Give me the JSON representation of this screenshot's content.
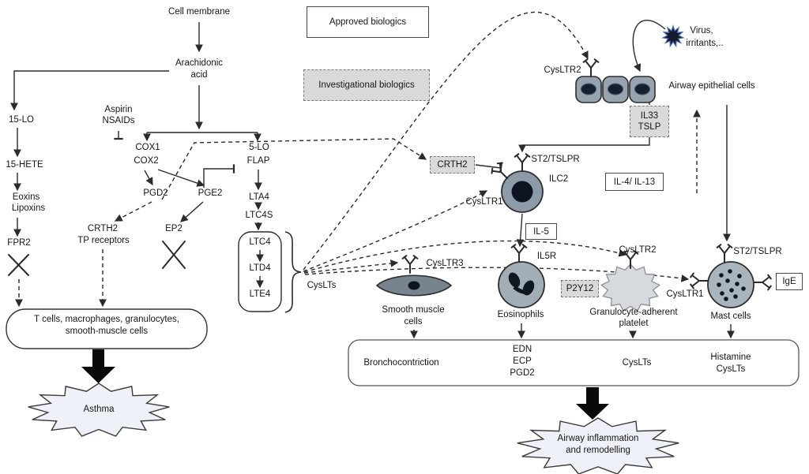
{
  "legend": {
    "approved_label": "Approved biologics",
    "investigational_label": "Investigational biologics"
  },
  "left": {
    "cell_membrane": "Cell membrane",
    "arachidonic_1": "Arachidonic",
    "arachidonic_2": "acid",
    "fifteen_lo": "15-LO",
    "fifteen_hete": "15-HETE",
    "eoxins": "Eoxins",
    "lipoxins": "Lipoxins",
    "fpr2": "FPR2",
    "aspirin": "Aspirin",
    "nsaids": "NSAIDs",
    "cox1": "COX1",
    "cox2": "COX2",
    "pgd2": "PGD2",
    "pge2": "PGE2",
    "crth2": "CRTH2",
    "tp_receptors": "TP receptors",
    "ep2": "EP2",
    "five_lo": "5-LO",
    "flap": "FLAP",
    "lta4": "LTA4",
    "ltc4s": "LTC4S",
    "ltc4": "LTC4",
    "ltd4": "LTD4",
    "lte4": "LTE4",
    "cyslts": "CysLTs",
    "effector_1": "T cells, macrophages, granulocytes,",
    "effector_2": "smooth-muscle cells",
    "asthma": "Asthma"
  },
  "right": {
    "virus_1": "Virus,",
    "virus_2": "irritants,..",
    "cysltr2_epi": "CysLTR2",
    "airway_epithelial": "Airway epithelial cells",
    "il33": "IL33",
    "tslp": "TSLP",
    "st2_tslpr_ilc2": "ST2/TSLPR",
    "ilc2": "ILC2",
    "cysltr1_ilc2": "CysLTR1",
    "il4_il13": "IL-4/ IL-13",
    "crth2": "CRTH2",
    "il5": "IL-5",
    "cysltr3": "CysLTR3",
    "smooth_muscle_1": "Smooth muscle",
    "smooth_muscle_2": "cells",
    "il5r": "IL5R",
    "eosinophils": "Eosinophils",
    "cysltr2_platelet": "CysLTR2",
    "p2y12": "P2Y12",
    "platelet_1": "Granulocyte-adherent",
    "platelet_2": "platelet",
    "st2_tslpr_mast": "ST2/TSLPR",
    "cysltr1_mast": "CysLTR1",
    "ige": "IgE",
    "mast_cells": "Mast cells",
    "bronchoconstriction": "Bronchocontriction",
    "edn": "EDN",
    "ecp": "ECP",
    "pgd2_out": "PGD2",
    "cyslts_out": "CysLTs",
    "histamine": "Histamine",
    "cyslts_out2": "CysLTs",
    "outcome_1": "Airway inflammation",
    "outcome_2": "and remodelling"
  },
  "colors": {
    "line": "#2b2b2b",
    "cell_fill": "#93a1ad",
    "nucleus": "#101826",
    "investigational_fill": "#d9d9d9",
    "starburst_fill": "#eef1f8"
  }
}
